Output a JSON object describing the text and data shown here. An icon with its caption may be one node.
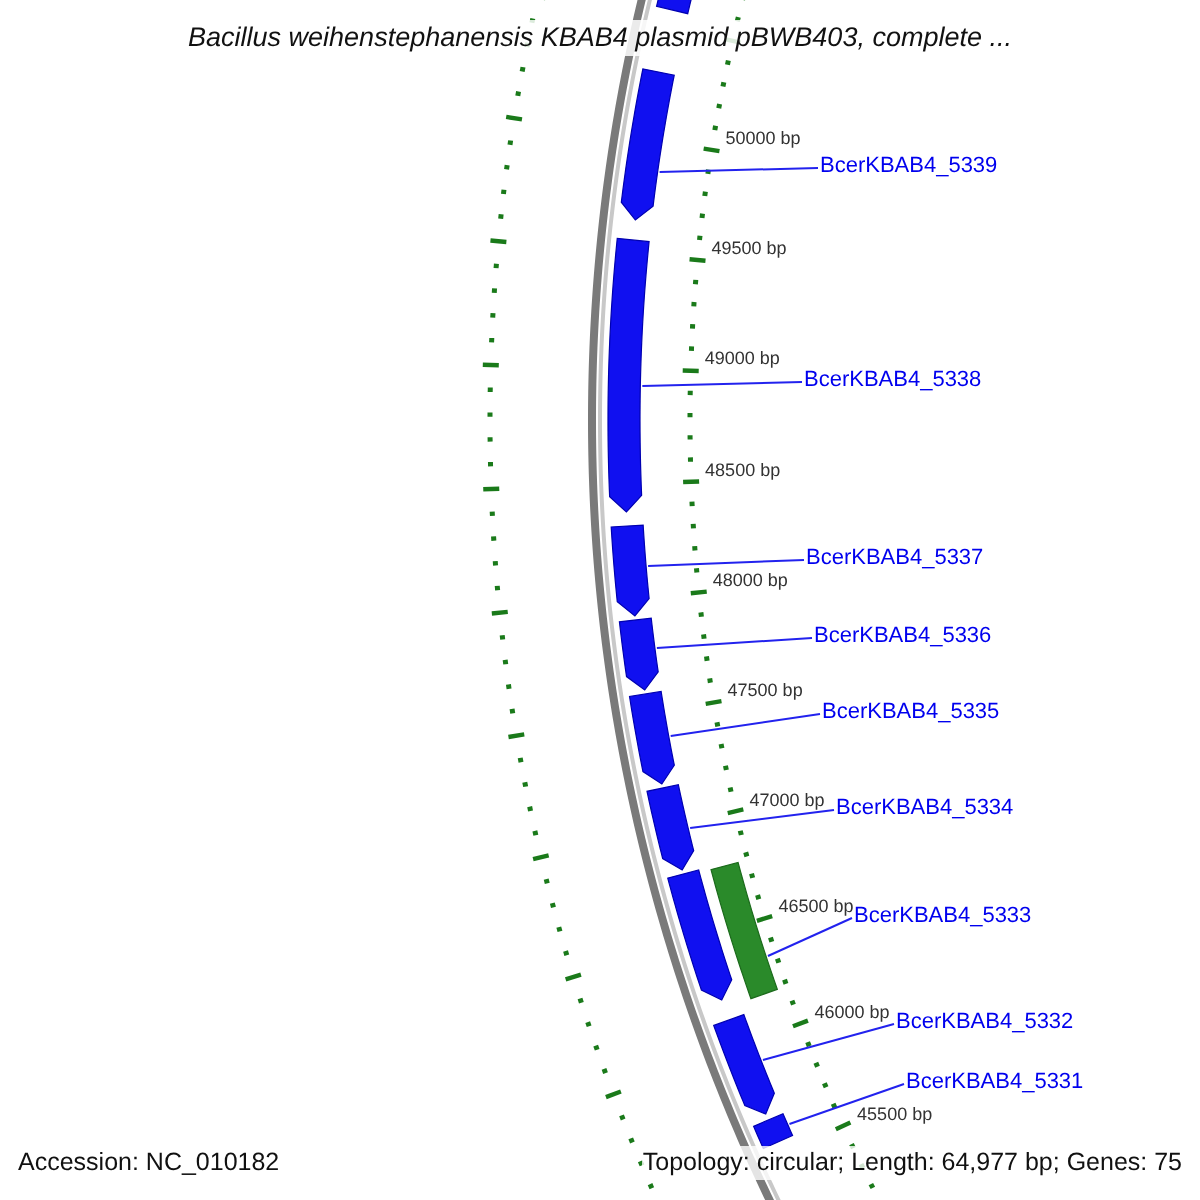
{
  "diagram": {
    "title": "Bacillus weihenstephanensis KBAB4 plasmid pBWB403, complete ...",
    "nodes": [
      {
        "text": [
          "BcerKBAB4_5339"
        ]
      },
      {
        "text": [
          "BcerKBAB4_5338"
        ]
      },
      {
        "text": [
          "BcerKBAB4_5337"
        ]
      },
      {
        "text": [
          "BcerKBAB4_5336"
        ]
      },
      {
        "text": [
          "BcerKBAB4_5335"
        ]
      },
      {
        "text": [
          "BcerKBAB4_5334"
        ]
      },
      {
        "text": [
          "BcerKBAB4_5333"
        ]
      },
      {
        "text": [
          "BcerKBAB4_5332"
        ]
      },
      {
        "text": [
          "BcerKBAB4_5331"
        ]
      },
      {
        "text": [],
        "shape": "box"
      },
      {
        "text": [],
        "shape": "box"
      },
      {
        "text": [],
        "shape": "box"
      },
      {
        "text": [],
        "shape": "box"
      },
      {
        "text": [],
        "shape": "box"
      },
      {
        "text": [],
        "shape": "box"
      },
      {
        "text": [],
        "shape": "box"
      },
      {
        "text": [],
        "shape": "bar"
      },
      {
        "text": [],
        "shape": "box"
      },
      {
        "text": [],
        "shape": "box"
      },
      {
        "text": [],
        "shape": "box"
      }
    ],
    "edges": [
      {
        "from": 0,
        "to": 10,
        "arrow": "none"
      },
      {
        "from": 1,
        "to": 11,
        "arrow": "none"
      },
      {
        "from": 2,
        "to": 12,
        "arrow": "none"
      },
      {
        "from": 3,
        "to": 13,
        "arrow": "none"
      },
      {
        "from": 4,
        "to": 14,
        "arrow": "none"
      },
      {
        "from": 5,
        "to": 15,
        "arrow": "none"
      },
      {
        "from": 6,
        "to": 16,
        "arrow": "none"
      },
      {
        "from": 7,
        "to": 18,
        "arrow": "none"
      },
      {
        "from": 8,
        "to": 19,
        "arrow": "none"
      }
    ],
    "labels": [
      "50000 bp",
      "49500 bp",
      "49000 bp",
      "48500 bp",
      "48000 bp",
      "47500 bp",
      "47000 bp",
      "46500 bp",
      "46000 bp",
      "45500 bp",
      "Accession: NC_010182",
      "Topology: circular; Length: 64,977 bp; Genes: 75"
    ]
  }
}
